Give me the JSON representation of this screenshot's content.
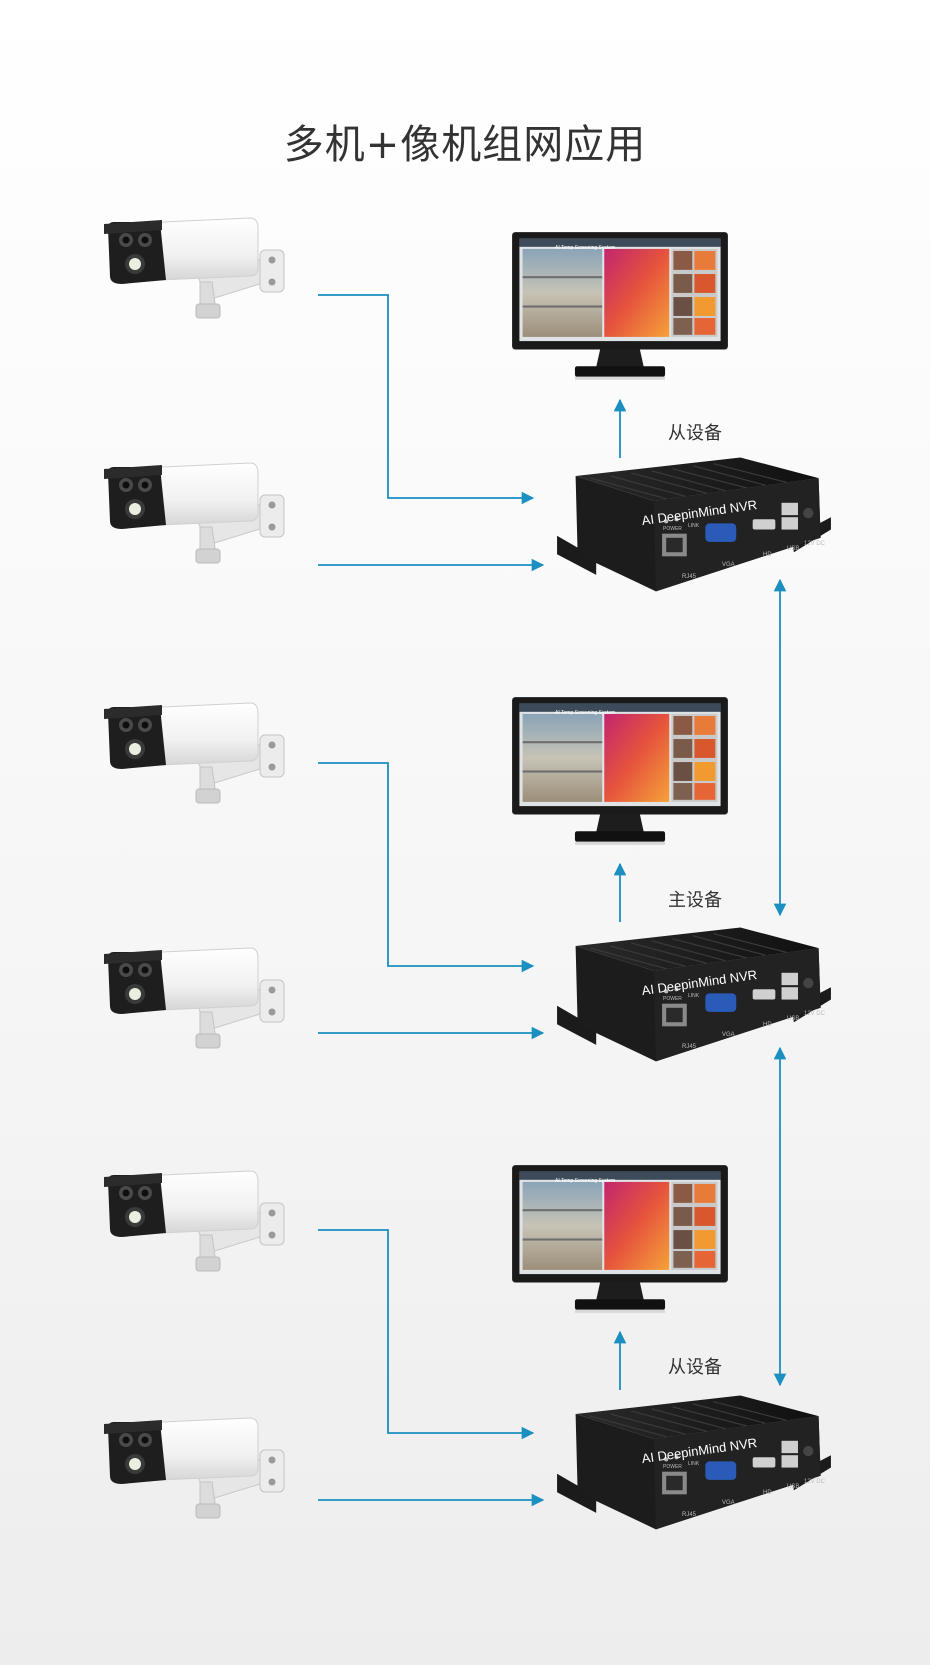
{
  "title": "多机+像机组网应用",
  "accent_color": "#1a8fc0",
  "groups": [
    {
      "role": "从设备",
      "nvr_brand": "AI DeepinMind NVR",
      "ports": {
        "rj45": "RJ45",
        "vga": "VGA",
        "hd": "HD",
        "usb": "USB",
        "power_in": "12V DC",
        "power": "POWER",
        "link": "LINK"
      },
      "monitor_header": "AI Temp Screening System"
    },
    {
      "role": "主设备",
      "nvr_brand": "AI DeepinMind NVR",
      "ports": {
        "rj45": "RJ45",
        "vga": "VGA",
        "hd": "HD",
        "usb": "USB",
        "power_in": "12V DC",
        "power": "POWER",
        "link": "LINK"
      },
      "monitor_header": "AI Temp Screening System"
    },
    {
      "role": "从设备",
      "nvr_brand": "AI DeepinMind NVR",
      "ports": {
        "rj45": "RJ45",
        "vga": "VGA",
        "hd": "HD",
        "usb": "USB",
        "power_in": "12V DC",
        "power": "POWER",
        "link": "LINK"
      },
      "monitor_header": "AI Temp Screening System"
    }
  ],
  "icons": {
    "camera": "bullet-camera-icon",
    "nvr": "nvr-box-icon",
    "monitor": "monitor-icon",
    "arrow": "arrow-icon"
  }
}
